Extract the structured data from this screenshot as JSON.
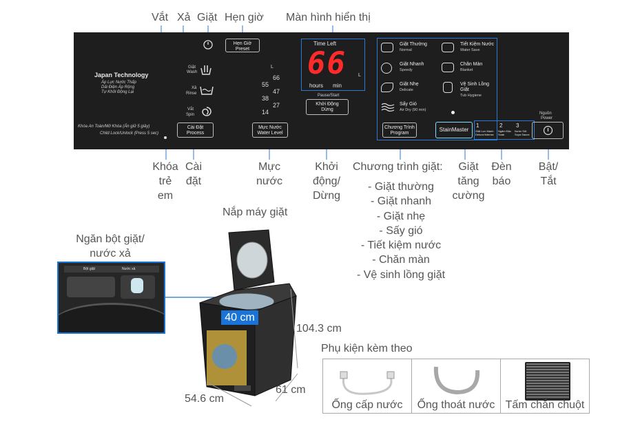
{
  "labels": {
    "vat": "Vắt",
    "xa": "Xả",
    "giat": "Giặt",
    "hen_gio": "Hẹn giờ",
    "man_hinh": "Màn hình hiển thị",
    "khoa_tre_em": [
      "Khóa",
      "trẻ",
      "em"
    ],
    "cai_dat": [
      "Cài",
      "đặt"
    ],
    "muc_nuoc": [
      "Mực",
      "nước"
    ],
    "khoi_dong": [
      "Khởi",
      "động/",
      "Dừng"
    ],
    "chuong_trinh_title": "Chương trình giặt:",
    "chuong_trinh_items": [
      "- Giặt thường",
      "- Giặt nhanh",
      "- Giặt nhẹ",
      "- Sấy gió",
      "- Tiết kiệm nước",
      "- Chăn màn",
      "- Vệ sinh lồng giặt"
    ],
    "giat_tang_cuong": [
      "Giặt",
      "tăng",
      "cường"
    ],
    "den_bao": [
      "Đèn",
      "báo"
    ],
    "bat_tat": [
      "Bật/",
      "Tắt"
    ],
    "nap_may": "Nắp máy giặt",
    "ngan_bot": [
      "Ngăn bột giặt/",
      "nước xả"
    ],
    "dim_height": "104.3 cm",
    "dim_depth": "61 cm",
    "dim_width": "54.6 cm",
    "dim_drum": "40 cm",
    "phu_kien": "Phụ kiện kèm theo"
  },
  "accessories": [
    "Ống cấp nước",
    "Ống thoát nước",
    "Tấm chắn chuột"
  ],
  "panel": {
    "brand": "Japan Technology",
    "features": [
      "Áp Lực Nước Thấp",
      "Dải Điện Áp Rộng",
      "Tự Khởi Động Lại"
    ],
    "child_lock_vi": "Khóa An Toàn/Mở Khóa (Ấn giữ 5 giây)",
    "child_lock_en": "Child Lock/Unlock (Press 5 sec)",
    "process_vi": "Cài Đặt",
    "process_en": "Process",
    "wash_vi": "Giặt",
    "wash_en": "Wash",
    "rinse_vi": "Xả",
    "rinse_en": "Rinse",
    "spin_vi": "Vắt",
    "spin_en": "Spin",
    "preset_vi": "Hẹn Giờ",
    "preset_en": "Preset",
    "level_unit": "L",
    "levels": [
      "66",
      "55",
      "47",
      "38",
      "27",
      "14"
    ],
    "water_level_vi": "Mực Nước",
    "water_level_en": "Water Level",
    "time_left": "Time Left",
    "display_digits": "66",
    "display_unit": "L",
    "hours": "hours",
    "min": "min",
    "pause_start_en": "Pause/Start",
    "start_vi": "Khởi Động",
    "start_vi2": "Dừng",
    "programs": [
      {
        "vi": "Giặt Thường",
        "en": "Normal"
      },
      {
        "vi": "Tiết Kiệm Nước",
        "en": "Water Save"
      },
      {
        "vi": "Giặt Nhanh",
        "en": "Speedy"
      },
      {
        "vi": "Chăn Màn",
        "en": "Blanket"
      },
      {
        "vi": "Giặt Nhẹ",
        "en": "Delicate"
      },
      {
        "vi": "Vệ Sinh Lồng Giặt",
        "en": "Tub Hygiene"
      },
      {
        "vi": "Sấy Gió",
        "en": "Air Dry (90 min)"
      }
    ],
    "program_btn_vi": "Chương Trình",
    "program_btn_en": "Program",
    "stainmaster": "StainMaster",
    "stain_steps": [
      {
        "n": "1",
        "vi": "Giặt Lực Mạnh",
        "en": "Deluxe/Intense"
      },
      {
        "n": "2",
        "vi": "Ngâm Đặc",
        "en": "Soak"
      },
      {
        "n": "3",
        "vi": "Nước Sốt",
        "en": "Soya Sauce"
      }
    ],
    "power_vi": "Nguồn",
    "power_en": "Power",
    "dispenser_left": "Bột giặt",
    "dispenser_right": "Nước xả"
  },
  "colors": {
    "panel_bg": "#1e1e1e",
    "display_red": "#ff2a2a",
    "callout_blue": "#1a74d8",
    "label_gray": "#555555"
  }
}
